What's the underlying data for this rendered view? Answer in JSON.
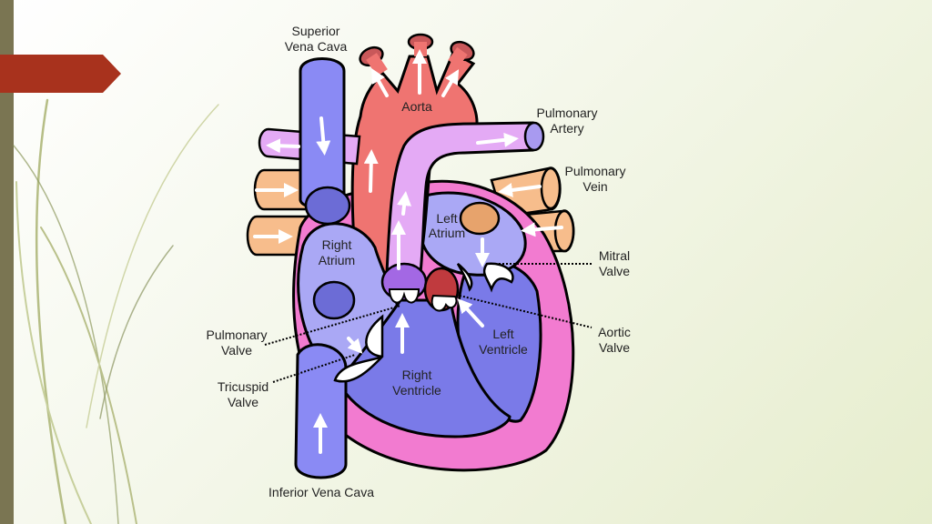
{
  "labels": {
    "superior_vena_cava": [
      "Superior",
      "Vena Cava"
    ],
    "aorta": "Aorta",
    "pulmonary_artery": [
      "Pulmonary",
      "Artery"
    ],
    "pulmonary_vein": [
      "Pulmonary",
      "Vein"
    ],
    "left_atrium": [
      "Left",
      "Atrium"
    ],
    "right_atrium": [
      "Right",
      "Atrium"
    ],
    "mitral_valve": [
      "Mitral",
      "Valve"
    ],
    "aortic_valve": [
      "Aortic",
      "Valve"
    ],
    "pulmonary_valve": [
      "Pulmonary",
      "Valve"
    ],
    "tricuspid_valve": [
      "Tricuspid",
      "Valve"
    ],
    "right_ventricle": [
      "Right",
      "Ventricle"
    ],
    "left_ventricle": [
      "Left",
      "Ventricle"
    ],
    "inferior_vena_cava": "Inferior Vena Cava"
  },
  "colors": {
    "background": "#f2f6e6",
    "sidebar": "#7a7552",
    "flag": "#a8321d",
    "vena_cava": "#8a8af4",
    "aorta": "#ef7471",
    "pulmonary_artery": "#e4aaf5",
    "pulmonary_vein": "#f7bd8c",
    "heart_wall": "#f27bd0",
    "right_chamber": "#aaa8f5",
    "ventricle": "#7a7ae8",
    "arrow": "#ffffff"
  }
}
